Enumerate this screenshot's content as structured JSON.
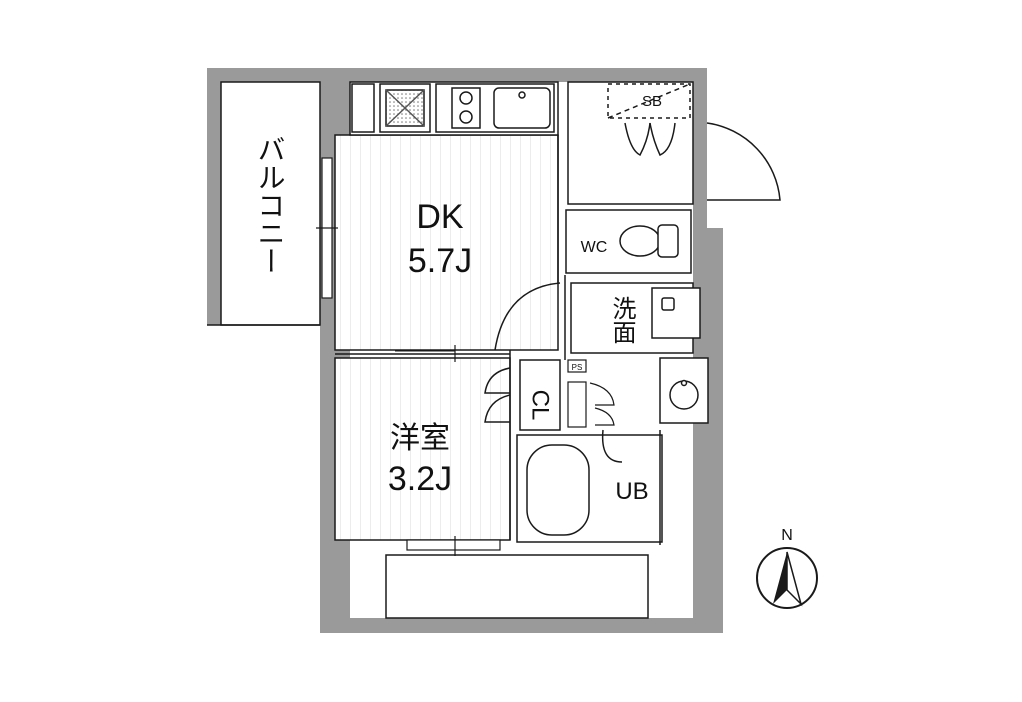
{
  "rooms": {
    "dk": {
      "name": "DK",
      "size": "5.7J"
    },
    "western": {
      "name": "洋室",
      "size": "3.2J"
    },
    "balcony": {
      "name": "バルコニー"
    },
    "closet": {
      "name": "CL"
    },
    "washroom": {
      "name": "洗面"
    },
    "toilet": {
      "name": "WC"
    },
    "bath": {
      "name": "UB"
    },
    "shoe_box": {
      "name": "SB"
    },
    "pipe_space": {
      "name": "PS"
    }
  },
  "compass": {
    "label": "N"
  },
  "colors": {
    "wall": "#9a9a9a",
    "line": "#1a1a1a",
    "floor_stripe": "#ececec"
  }
}
